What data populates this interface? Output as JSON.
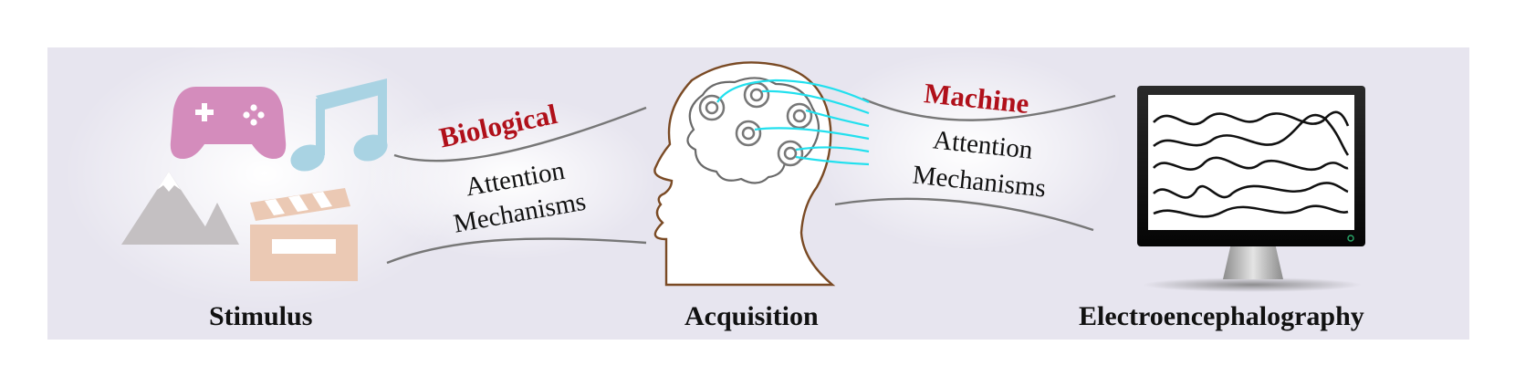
{
  "diagram": {
    "captions": {
      "stimulus": "Stimulus",
      "acquisition": "Acquisition",
      "eeg": "Electroencephalography"
    },
    "left_banner": {
      "heading": "Biological",
      "line1": "Attention",
      "line2": "Mechanisms"
    },
    "right_banner": {
      "heading": "Machine",
      "line1": "Attention",
      "line2": "Mechanisms"
    },
    "icons": [
      "gamepad-icon",
      "music-note-icon",
      "mountain-icon",
      "clapperboard-icon",
      "head-icon",
      "electrode-icon",
      "monitor-icon"
    ],
    "colors": {
      "panel": "#e7e5ef",
      "heading_red": "#b0101a",
      "gamepad": "#d48cbc",
      "note": "#a9d3e3",
      "mountain": "#c4c0c2",
      "clapper": "#ebc9b4",
      "wire": "#22e0ee",
      "head_outline": "#7a4a24"
    }
  }
}
